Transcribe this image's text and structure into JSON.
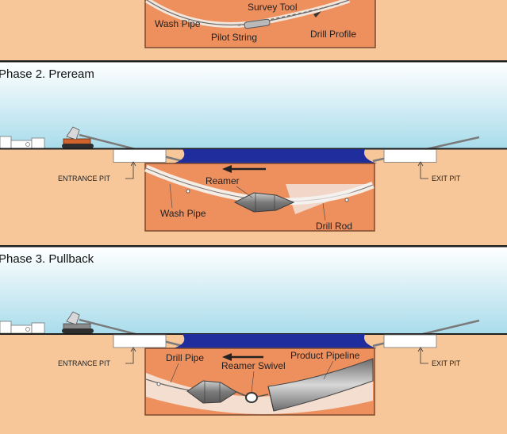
{
  "phase1": {
    "labels": {
      "survey_tool": "Survey Tool",
      "wash_pipe": "Wash Pipe",
      "pilot_string": "Pilot String",
      "drill_profile": "Drill Profile"
    }
  },
  "phase2": {
    "title": "Phase 2. Preream",
    "entrance_pit": "ENTRANCE PIT",
    "exit_pit": "EXIT PIT",
    "labels": {
      "reamer": "Reamer",
      "wash_pipe": "Wash Pipe",
      "drill_rod": "Drill Rod"
    }
  },
  "phase3": {
    "title": "Phase 3. Pullback",
    "entrance_pit": "ENTRANCE PIT",
    "exit_pit": "EXIT PIT",
    "labels": {
      "drill_pipe": "Drill Pipe",
      "product_pipeline": "Product Pipeline",
      "reamer_swivel": "Reamer Swivel"
    }
  },
  "colors": {
    "soil": "#f7c79a",
    "inset": "#ee8f5e",
    "water": "#1f2e9c",
    "sky_top": "#ffffff",
    "sky_bottom": "#a9dceb",
    "pipeline": "#8a8a8a"
  }
}
